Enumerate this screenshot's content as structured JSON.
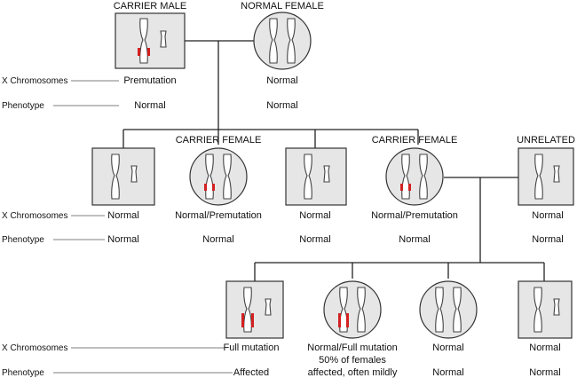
{
  "row_labels": {
    "x_chromosomes": "X Chromosomes",
    "phenotype": "Phenotype"
  },
  "generation1": {
    "carrier_male": {
      "header": "CARRIER MALE",
      "x": "Premutation",
      "phenotype": "Normal"
    },
    "normal_female": {
      "header": "NORMAL FEMALE",
      "x": "Normal",
      "phenotype": "Normal"
    }
  },
  "generation2": [
    {
      "header": "",
      "sex": "male",
      "x": "Normal",
      "phenotype": "Normal"
    },
    {
      "header": "CARRIER FEMALE",
      "sex": "female",
      "x": "Normal/Premutation",
      "phenotype": "Normal"
    },
    {
      "header": "",
      "sex": "male",
      "x": "Normal",
      "phenotype": "Normal"
    },
    {
      "header": "CARRIER FEMALE",
      "sex": "female",
      "x": "Normal/Premutation",
      "phenotype": "Normal"
    },
    {
      "header": "UNRELATED",
      "sex": "male",
      "x": "Normal",
      "phenotype": "Normal"
    }
  ],
  "generation3": [
    {
      "sex": "male",
      "x": "Full mutation",
      "phenotype": "Affected"
    },
    {
      "sex": "female",
      "x": "Normal/Full mutation",
      "x_line2": "50% of females",
      "phenotype": "affected, often mildly"
    },
    {
      "sex": "female",
      "x": "Normal",
      "phenotype": "Normal"
    },
    {
      "sex": "male",
      "x": "Normal",
      "phenotype": "Normal"
    }
  ],
  "colors": {
    "mutation_band": "#d32020",
    "symbol_fill": "#e6e6e6"
  }
}
